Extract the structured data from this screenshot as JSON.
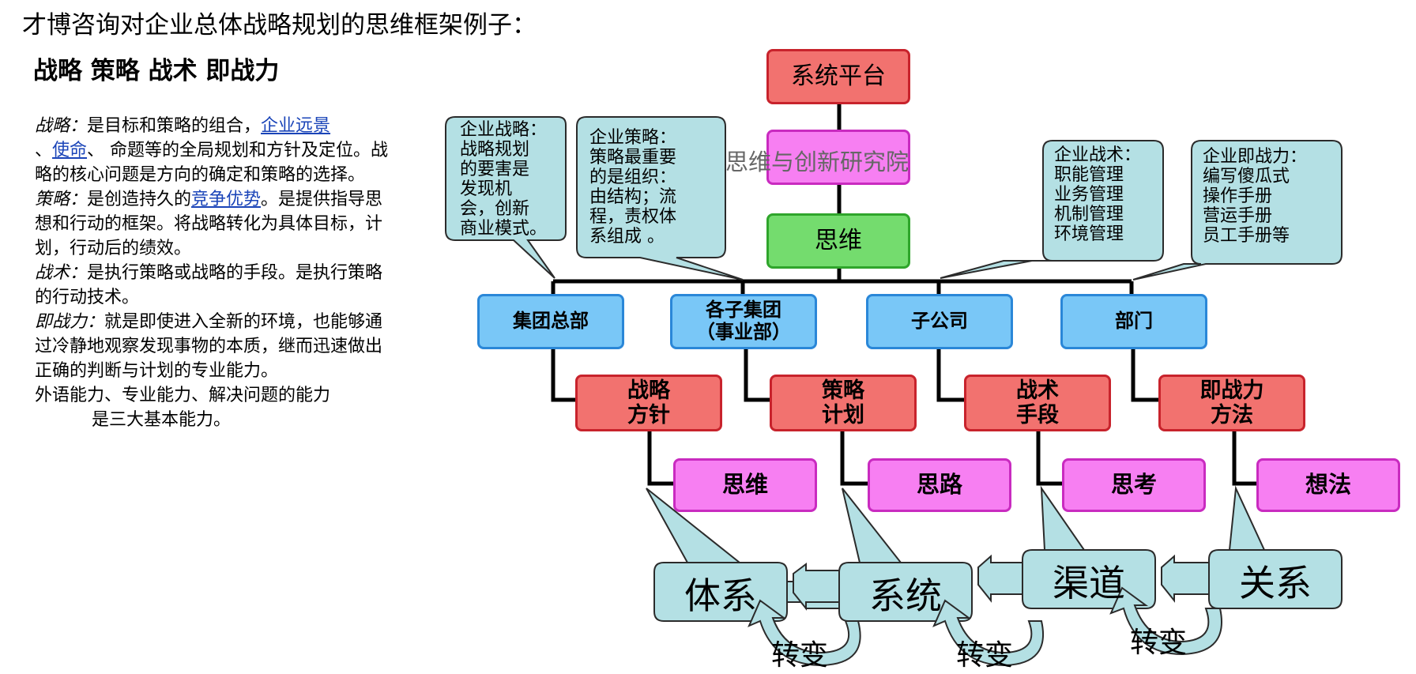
{
  "title": "才博咨询对企业总体战略规划的思维框架例子：",
  "subtitle": "战略 策略 战术 即战力",
  "definitions": {
    "strategy": {
      "term": "战略：",
      "text1": "是目标和策略的组合，",
      "link1": "企业远景",
      "sep": "、",
      "link2": "使命",
      "text2": "、 命题等的全局规划和方针及定位。战略的核心问题是方向的确定和策略的选择。"
    },
    "policy": {
      "term": "策略：",
      "text1": "是创造持久的",
      "link": "竞争优势",
      "text2": "。是提供指导思想和行动的框架。将战略转化为具体目标，计划，行动后的绩效。"
    },
    "tactics": {
      "term": "战术：",
      "text": "是执行策略或战略的手段。是执行策略的行动技术。"
    },
    "capability": {
      "term": "即战力：",
      "text": "就是即使进入全新的环境，也能够通过冷静地观察发现事物的本质，继而迅速做出正确的判断与计划的专业能力。"
    },
    "abilities_line1": "外语能力、专业能力、解决问题的能力",
    "abilities_line2": "是三大基本能力。"
  },
  "diagram": {
    "top": {
      "system_platform": "系统平台",
      "institute_box": "",
      "thinking": "思维"
    },
    "watermark": "思维与创新研究院",
    "bubbles": {
      "enterprise_strategy": "企业战略：\n战略规划\n的要害是\n发现机\n会，创新\n商业模式。",
      "enterprise_policy": "企业策略：\n策略最重要\n的是组织：\n由结构；流\n程，责权体\n系组成 。",
      "enterprise_tactics": "企业战术：\n职能管理\n业务管理\n机制管理\n环境管理",
      "enterprise_capability": "企业即战力：\n编写傻瓜式\n操作手册\n营运手册\n员工手册等"
    },
    "units": [
      "集团总部",
      "各子集团\n（事业部）",
      "子公司",
      "部门"
    ],
    "level2": [
      "战略\n方针",
      "策略\n计划",
      "战术\n手段",
      "即战力\n方法"
    ],
    "level3": [
      "思维",
      "思路",
      "思考",
      "想法"
    ],
    "flow": [
      "体系",
      "系统",
      "渠道",
      "关系"
    ],
    "change_label": "转变",
    "colors": {
      "red": "#f2726f",
      "magenta": "#f77ff2",
      "green": "#74dc6e",
      "blue": "#79c7f7",
      "cyan": "#b4e0e4"
    }
  }
}
